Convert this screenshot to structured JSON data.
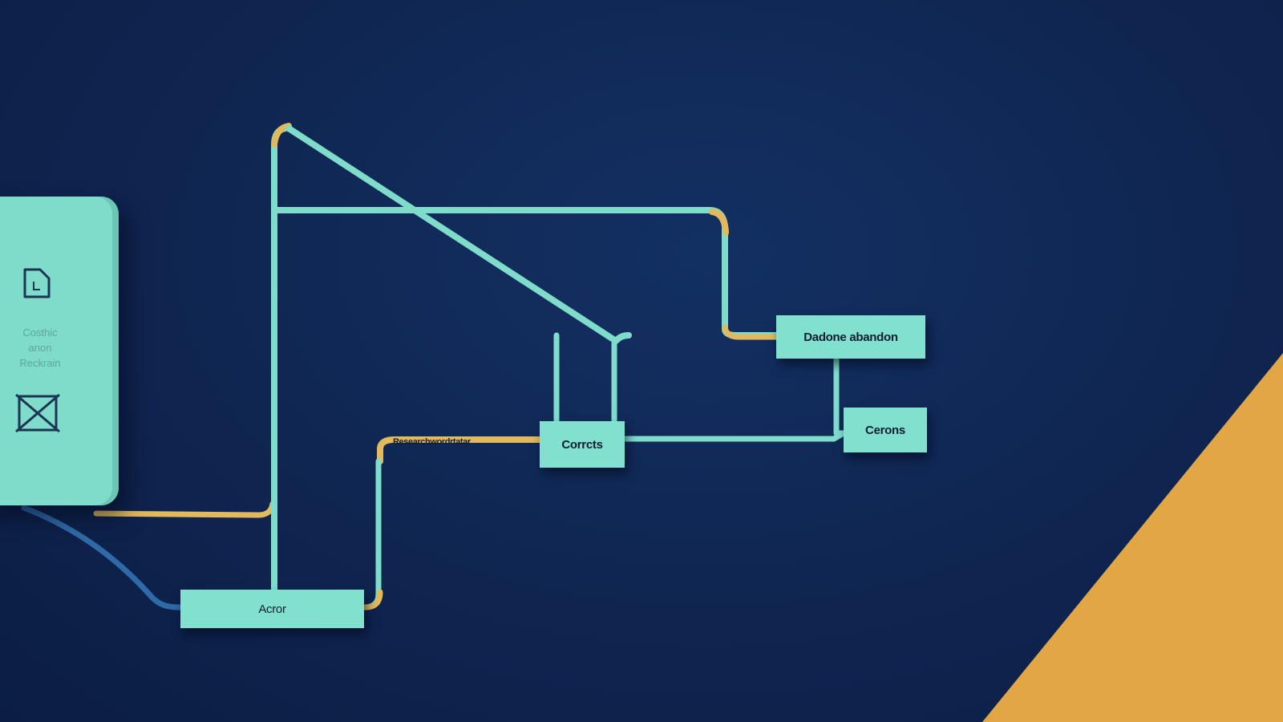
{
  "colors": {
    "background": "#0f2550",
    "node_fill": "#82e0cf",
    "wire_teal": "#7fdccb",
    "wire_yellow": "#e2b95c",
    "wire_blue": "#2f6aa8",
    "corner_accent": "#e2a645"
  },
  "panel": {
    "icon_top": "document-icon",
    "text_lines": [
      "Costhic",
      "anon",
      "Reckrain"
    ],
    "icon_bottom": "x-box-icon"
  },
  "nodes": {
    "top_right": "Dadone abandon",
    "mid_right": "Cerons",
    "center": "Corrcts",
    "bottom": "Acror"
  },
  "wire_label": "Researchwordrtatar"
}
